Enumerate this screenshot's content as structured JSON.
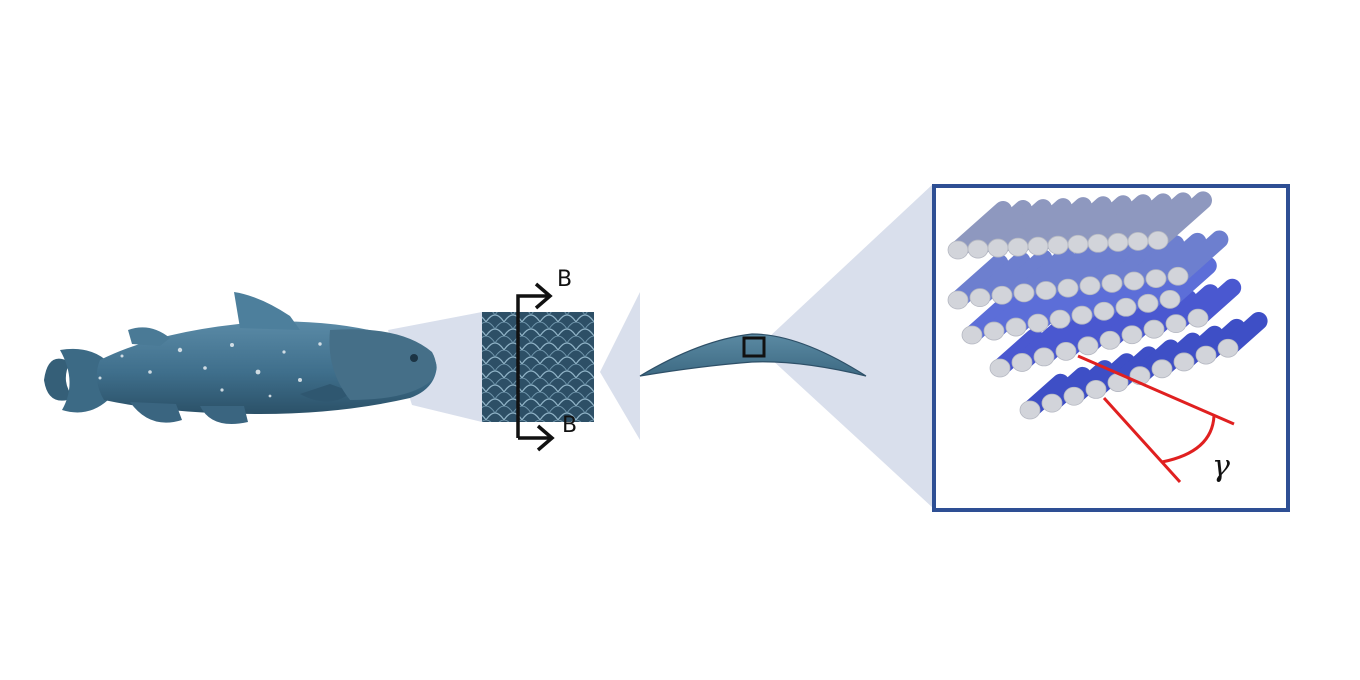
{
  "labels": {
    "section_top": "B",
    "section_bottom": "B",
    "angle": "γ"
  },
  "colors": {
    "fish": "#3f6f8c",
    "fish_dark": "#22465c",
    "projection": "#d9dfec",
    "scale": "#4f7f98",
    "inset_border": "#2e4f94",
    "fiber_cap": "#d2d4da",
    "layer_1": "#8e98bf",
    "layer_2": "#6d7fcf",
    "layer_3": "#5c6ed8",
    "layer_4": "#4a58d0",
    "layer_5": "#3e4fc6",
    "angle_lines": "#e02020"
  },
  "icons": {
    "fish": "coelacanth-illustration",
    "arrow": "section-arrow-icon"
  }
}
